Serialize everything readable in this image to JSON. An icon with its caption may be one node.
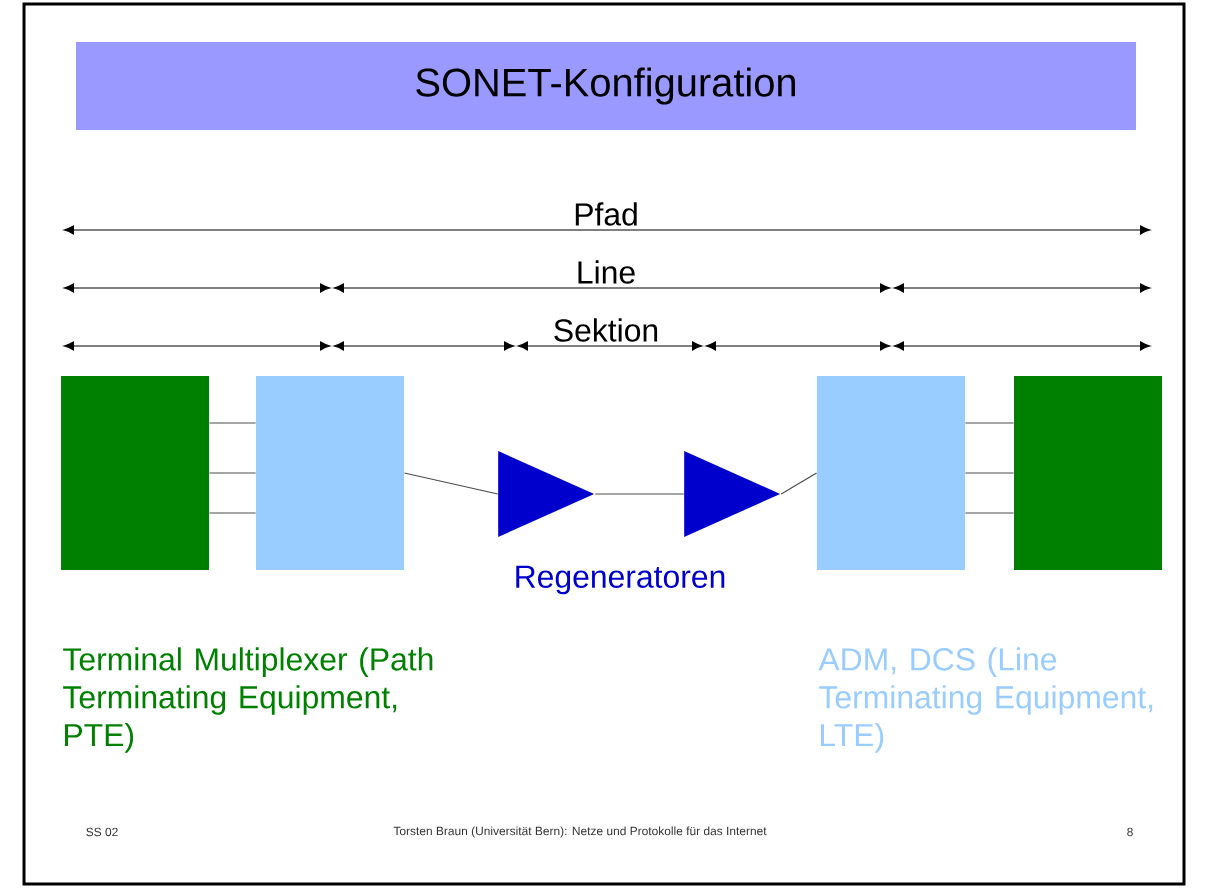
{
  "diagram": {
    "title": "SONET-Konfiguration",
    "nodes": [
      {
        "text": [],
        "shape": "box"
      },
      {
        "text": [],
        "shape": "box"
      },
      {
        "text": [],
        "shape": "triangle"
      },
      {
        "text": [],
        "shape": "triangle"
      },
      {
        "text": [],
        "shape": "box"
      },
      {
        "text": [],
        "shape": "box"
      }
    ],
    "edges": [
      {
        "from": 0,
        "to": 1,
        "arrow": "none"
      },
      {
        "from": 0,
        "to": 1,
        "arrow": "none"
      },
      {
        "from": 0,
        "to": 1,
        "arrow": "none"
      },
      {
        "from": 1,
        "to": 2,
        "arrow": "none"
      },
      {
        "from": 2,
        "to": 3,
        "arrow": "none"
      },
      {
        "from": 3,
        "to": 4,
        "arrow": "none"
      },
      {
        "from": 4,
        "to": 5,
        "arrow": "none"
      },
      {
        "from": 4,
        "to": 5,
        "arrow": "none"
      },
      {
        "from": 4,
        "to": 5,
        "arrow": "none"
      }
    ],
    "labels": [
      "Pfad",
      "Line",
      "Sektion",
      "Regeneratoren",
      "Terminal Multiplexer (Path Terminating Equipment, PTE)",
      "ADM, DCS (Line Terminating Equipment, LTE)",
      "SS 02",
      "Torsten Braun (Universität Bern): Netze und Protokolle für das Internet",
      "8"
    ]
  }
}
